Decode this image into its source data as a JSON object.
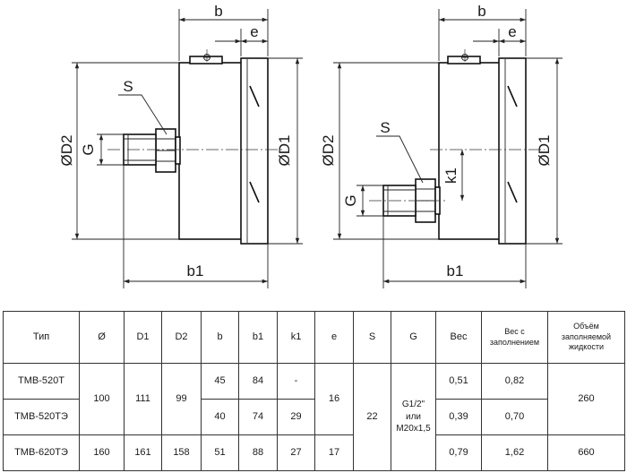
{
  "drawing": {
    "left": {
      "labels": {
        "b": "b",
        "e": "e",
        "S": "S",
        "G": "G",
        "D2": "ØD2",
        "D1": "ØD1",
        "b1": "b1"
      }
    },
    "right": {
      "labels": {
        "b": "b",
        "e": "e",
        "S": "S",
        "G": "G",
        "k1": "k1",
        "D2": "ØD2",
        "D1": "ØD1",
        "b1": "b1"
      }
    }
  },
  "table": {
    "headers": {
      "type": "Тип",
      "dia": "Ø",
      "d1": "D1",
      "d2": "D2",
      "b": "b",
      "b1": "b1",
      "k1": "k1",
      "e": "e",
      "s": "S",
      "g": "G",
      "weight": "Вес",
      "weight_filled": "Вес с заполнением",
      "liquid_volume": "Объём заполняемой жидкости"
    },
    "rows": [
      {
        "type": "ТМВ-520Т",
        "b": "45",
        "b1": "84",
        "k1": "-",
        "weight": "0,51",
        "weight_filled": "0,82"
      },
      {
        "type": "ТМВ-520ТЭ",
        "b": "40",
        "b1": "74",
        "k1": "29",
        "weight": "0,39",
        "weight_filled": "0,70"
      },
      {
        "type": "ТМВ-620ТЭ",
        "dia": "160",
        "d1": "161",
        "d2": "158",
        "b": "51",
        "b1": "88",
        "k1": "27",
        "e": "17",
        "weight": "0,79",
        "weight_filled": "1,62",
        "liquid_volume": "660"
      }
    ],
    "merged": {
      "dia": "100",
      "d1": "111",
      "d2": "99",
      "e": "16",
      "s": "22",
      "g_line1": "G1/2\"",
      "g_line2": "или",
      "g_line3": "M20x1,5",
      "liquid_volume": "260"
    }
  }
}
